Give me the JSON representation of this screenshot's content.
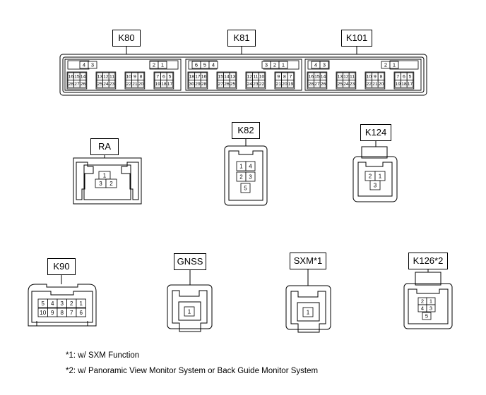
{
  "labels": {
    "k80": "K80",
    "k81": "K81",
    "k101": "K101",
    "ra": "RA",
    "k82": "K82",
    "k124": "K124",
    "k90": "K90",
    "gnss": "GNSS",
    "sxm": "SXM*1",
    "k126": "K126*2"
  },
  "pins": {
    "k80": {
      "top_left": [
        "4",
        "3"
      ],
      "top_right": [
        "2",
        "1"
      ],
      "row1": [
        "16",
        "15",
        "14",
        "13",
        "12",
        "11",
        "10",
        "9",
        "8",
        "7",
        "6",
        "5"
      ],
      "row2": [
        "28",
        "27",
        "26",
        "25",
        "24",
        "23",
        "22",
        "21",
        "20",
        "19",
        "18",
        "17"
      ]
    },
    "k81": {
      "top_left": [
        "6",
        "5",
        "4"
      ],
      "top_right": [
        "3",
        "2",
        "1"
      ],
      "row1": [
        "18",
        "17",
        "16",
        "15",
        "14",
        "13",
        "12",
        "11",
        "10",
        "9",
        "8",
        "7"
      ],
      "row2": [
        "30",
        "29",
        "28",
        "27",
        "26",
        "25",
        "24",
        "23",
        "22",
        "21",
        "20",
        "19"
      ]
    },
    "k101": {
      "top_left": [
        "4",
        "3"
      ],
      "top_right": [
        "2",
        "1"
      ],
      "row1": [
        "16",
        "15",
        "14",
        "13",
        "12",
        "11",
        "10",
        "9",
        "8",
        "7",
        "6",
        "5"
      ],
      "row2": [
        "28",
        "27",
        "26",
        "25",
        "24",
        "23",
        "22",
        "21",
        "20",
        "19",
        "18",
        "17"
      ]
    },
    "ra": [
      "1",
      "3",
      "2"
    ],
    "k82": [
      "1",
      "4",
      "2",
      "3",
      "5"
    ],
    "k124": [
      "2",
      "1",
      "3"
    ],
    "k90": {
      "row1": [
        "5",
        "4",
        "3",
        "2",
        "1"
      ],
      "row2": [
        "10",
        "9",
        "8",
        "7",
        "6"
      ]
    },
    "gnss": [
      "1"
    ],
    "sxm": [
      "1"
    ],
    "k126": [
      "2",
      "1",
      "4",
      "3",
      "5"
    ]
  },
  "notes": {
    "note1": "*1: w/ SXM Function",
    "note2": "*2: w/ Panoramic View Monitor System or Back Guide Monitor System"
  }
}
